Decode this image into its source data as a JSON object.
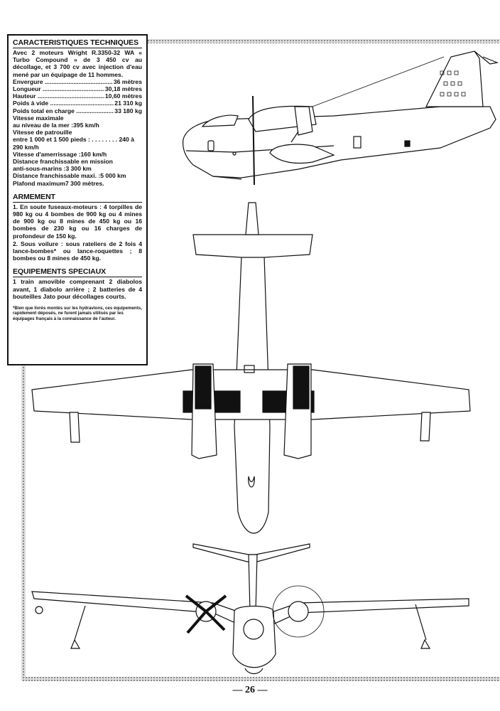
{
  "specs": {
    "title": "CARACTERISTIQUES TECHNIQUES",
    "intro": "Avec 2 moteurs Wright R.3350-32 WA « Turbo Compound » de 3 450 cv au décollage, et 3 700 cv avec injection d'eau mené par un équipage de 11 hommes.",
    "rows": [
      {
        "label": "Envergure",
        "value": "36 mètres"
      },
      {
        "label": "Longueur",
        "value": "30,18 mètres"
      },
      {
        "label": "Hauteur",
        "value": "10,60 mètres"
      },
      {
        "label": "Poids à vide",
        "value": "21 310 kg"
      },
      {
        "label": "Poids total en charge",
        "value": "33 180 kg"
      }
    ],
    "lines": [
      "Vitesse maximale",
      "au niveau de la mer :395 km/h",
      "Vitesse de patrouille",
      "entre 1 000 et 1 500 pieds : . . . . . . . . 240 à",
      "290 km/h",
      "Vitesse d'amerrissage :160 km/h",
      "Distance franchissable en mission",
      "anti-sous-marins :3 300 km",
      "Distance franchissable maxi. :5 000 km",
      "Plafond maximum7 300 mètres."
    ]
  },
  "armament": {
    "title": "ARMEMENT",
    "items": [
      "1. En soute fuseaux-moteurs : 4 torpilles de 980 kg ou 4 bombes de 900 kg ou 4 mines de 900 kg ou 8 mines de 450 kg ou 16 bombes de 230 kg ou 16 charges de profondeur de 150 kg.",
      "2. Sous voilure : sous rateliers de 2 fois 4 lance-bombes* ou lance-roquettes ; 8 bombes ou 8 mines de 450 kg."
    ]
  },
  "equipment": {
    "title": "EQUIPEMENTS SPECIAUX",
    "text": "1 train amovible comprenant 2 diabolos avant, 1 diabolo arrière ; 2 batteries de 4 bouteilles Jato pour décollages courts."
  },
  "footnote": "*Bien que livrés montés sur les hydravions, ces équipements, rapidement déposés, ne furent jamais utilisés par les équipages français à la connaissance de l'auteur.",
  "page_number": "— 26 —"
}
